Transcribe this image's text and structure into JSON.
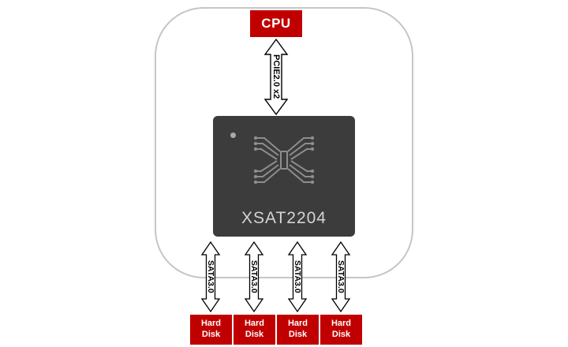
{
  "diagram": {
    "cpu": {
      "label": "CPU"
    },
    "pcie_link": {
      "label": "PCIE2.0 x2"
    },
    "chip": {
      "label": "XSAT2204"
    },
    "sata_links": [
      {
        "label": "SATA3.0"
      },
      {
        "label": "SATA3.0"
      },
      {
        "label": "SATA3.0"
      },
      {
        "label": "SATA3.0"
      }
    ],
    "disks": [
      {
        "label": "Hard Disk"
      },
      {
        "label": "Hard Disk"
      },
      {
        "label": "Hard Disk"
      },
      {
        "label": "Hard Disk"
      }
    ],
    "colors": {
      "accent_red": "#c00000",
      "chip_body": "#3c3c3c",
      "chip_text": "#d4d4d4",
      "outline_gray": "#c6c6c6",
      "arrow_fill": "#ffffff",
      "arrow_stroke": "#000000"
    }
  }
}
